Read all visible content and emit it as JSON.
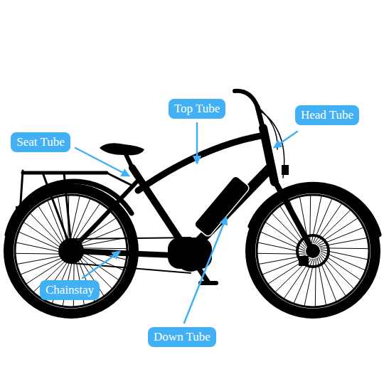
{
  "diagram": {
    "labels": [
      "Top Tube",
      "Head Tube",
      "Seat Tube",
      "Chainstay",
      "Down Tube"
    ]
  }
}
